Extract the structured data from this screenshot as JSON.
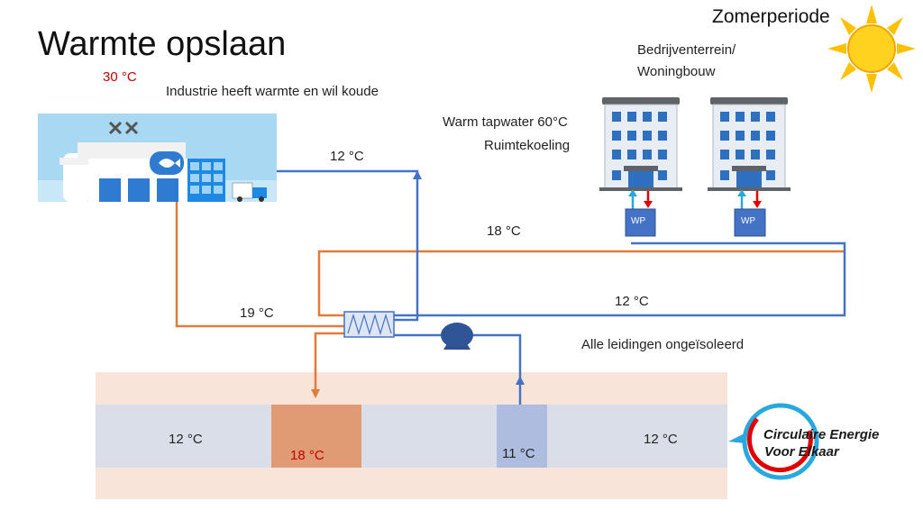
{
  "title": "Warmte opslaan",
  "season": "Zomerperiode",
  "industry": {
    "temp": "30 °C",
    "caption": "Industrie heeft warmte en wil koude"
  },
  "area": {
    "line1": "Bedrijventerrein/",
    "line2": "Woningbouw",
    "use1": "Warm tapwater 60°C",
    "use2": "Ruimtekoeling",
    "heatpump_label": "WP"
  },
  "pipes": {
    "return_top": "12 °C",
    "supply_loop": "18 °C",
    "return_loop": "12 °C",
    "from_industry": "19 °C",
    "note": "Alle leidingen ongeïsoleerd"
  },
  "storage": {
    "left": "12 °C",
    "warm_well": "18 °C",
    "cold_well": "11 °C",
    "right": "12 °C"
  },
  "logo": {
    "line1": "Circulaire Energie",
    "line2": "Voor Elkaar"
  },
  "colors": {
    "warm_pipe": "#e07b39",
    "cold_pipe": "#4472c4",
    "storage_band": "#d9dee8",
    "storage_bg": "#f9e4d9",
    "warm_well": "#e09a74",
    "cold_well": "#aebcdf",
    "accent_red": "#c00000",
    "heatpump": "#4472c4"
  }
}
